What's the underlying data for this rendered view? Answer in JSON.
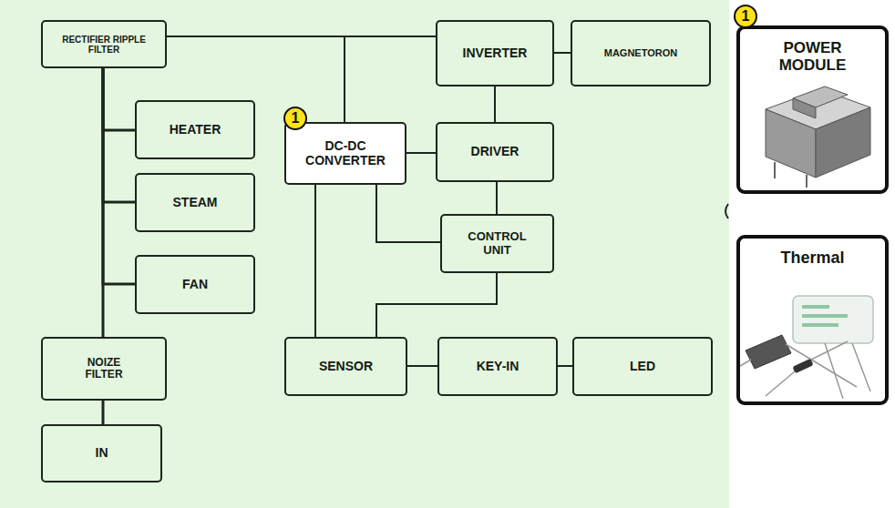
{
  "diagram": {
    "nodes": [
      {
        "text": [
          "RECTIFIER RIPPLE FILTER"
        ]
      },
      {
        "text": [
          "INVERTER"
        ]
      },
      {
        "text": [
          "MAGNETORON"
        ]
      },
      {
        "text": [
          "HEATER"
        ]
      },
      {
        "text": [
          "DC-DC CONVERTER"
        ]
      },
      {
        "text": [
          "DRIVER"
        ]
      },
      {
        "text": [
          "STEAM"
        ]
      },
      {
        "text": [
          "CONTROL UNIT"
        ]
      },
      {
        "text": [
          "FAN"
        ]
      },
      {
        "text": [
          "NOIZE FILTER"
        ]
      },
      {
        "text": [
          "SENSOR"
        ]
      },
      {
        "text": [
          "KEY-IN"
        ]
      },
      {
        "text": [
          "LED"
        ]
      },
      {
        "text": [
          "IN"
        ]
      },
      {
        "text": [
          "POWER MODULE"
        ]
      },
      {
        "text": [
          "Thermal"
        ]
      }
    ],
    "edges": [
      {
        "from": 0,
        "to": 1,
        "arrow": "none"
      },
      {
        "from": 1,
        "to": 2,
        "arrow": "none"
      },
      {
        "from": 0,
        "to": 4,
        "arrow": "none"
      },
      {
        "from": 1,
        "to": 5,
        "arrow": "none"
      },
      {
        "from": 4,
        "to": 5,
        "arrow": "none"
      },
      {
        "from": 5,
        "to": 7,
        "arrow": "none"
      },
      {
        "from": 4,
        "to": 7,
        "arrow": "none"
      },
      {
        "from": 4,
        "to": 10,
        "arrow": "none"
      },
      {
        "from": 7,
        "to": 10,
        "arrow": "none"
      },
      {
        "from": 10,
        "to": 11,
        "arrow": "none"
      },
      {
        "from": 11,
        "to": 12,
        "arrow": "none"
      },
      {
        "from": 0,
        "to": 3,
        "arrow": "none"
      },
      {
        "from": 0,
        "to": 6,
        "arrow": "none"
      },
      {
        "from": 0,
        "to": 8,
        "arrow": "none"
      },
      {
        "from": 0,
        "to": 9,
        "arrow": "none"
      },
      {
        "from": 9,
        "to": 13,
        "arrow": "none"
      }
    ],
    "labels": [
      "1",
      "1"
    ]
  }
}
